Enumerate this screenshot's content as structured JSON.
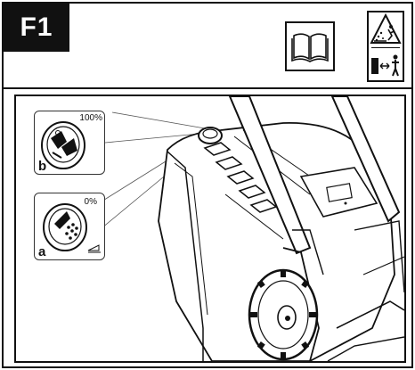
{
  "header": {
    "figure_id": "F1"
  },
  "insets": {
    "b": {
      "label": "b",
      "percent": "100%"
    },
    "a": {
      "label": "a",
      "percent": "0%"
    }
  },
  "icons": {
    "manual": "open-book-icon",
    "warning": "thrown-objects-warning-icon",
    "distance": "keep-distance-icon"
  }
}
